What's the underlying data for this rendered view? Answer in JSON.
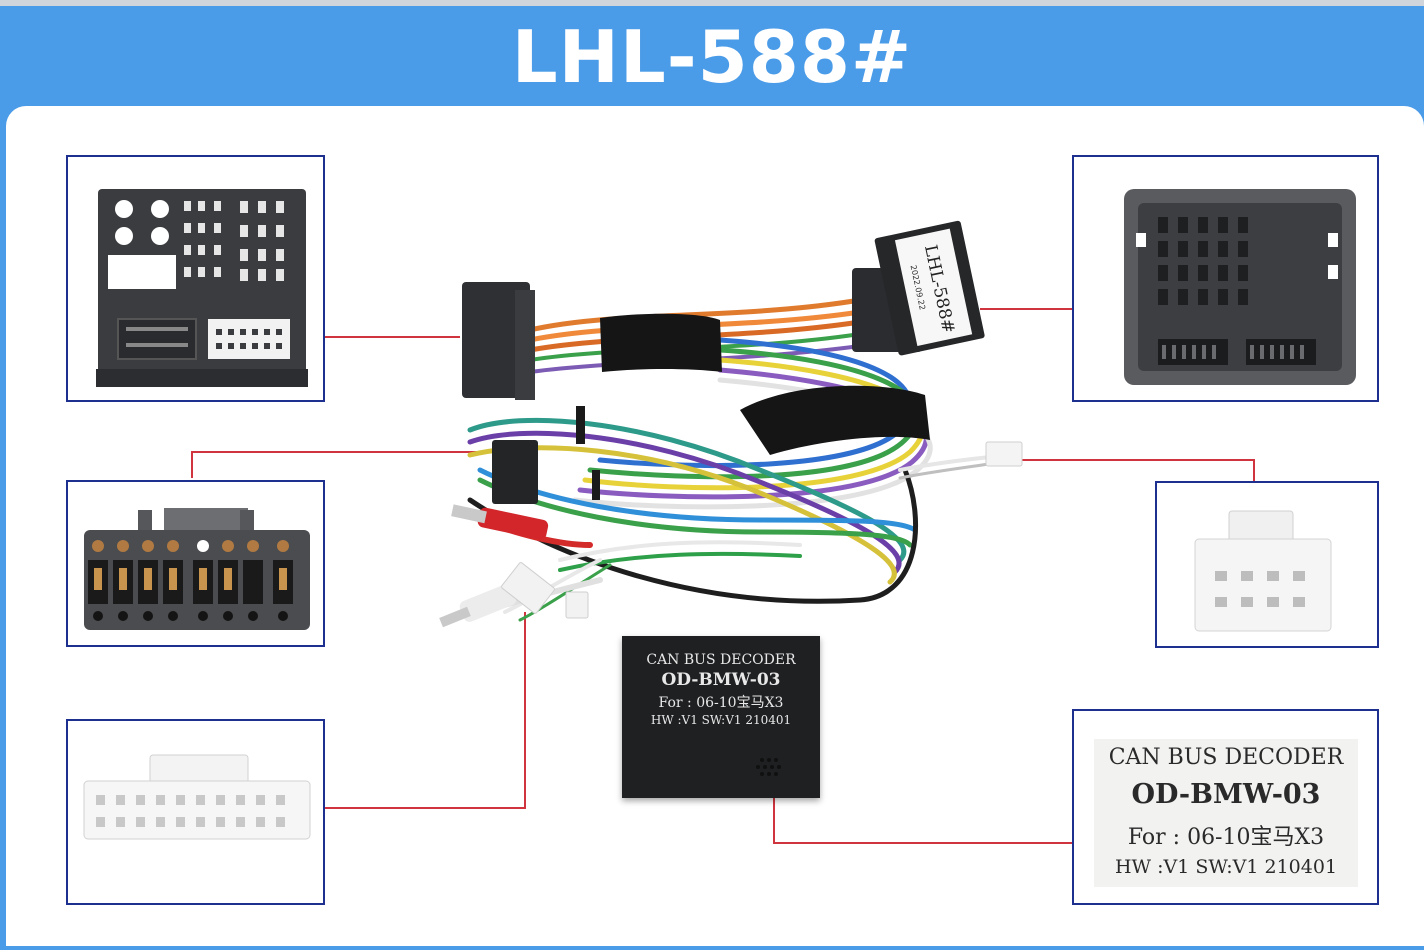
{
  "header": {
    "title": "LHL-588#"
  },
  "harness_tag": {
    "model": "LHL-588#",
    "date": "2022.09.22"
  },
  "decoder_label": {
    "line1": "CAN BUS DECODER",
    "line2": "OD-BMW-03",
    "line3": "For : 06-10宝马X3",
    "line4": "HW :V1  SW:V1 210401"
  },
  "colors": {
    "header_bg": "#4a9be8",
    "frame_border": "#1d2f8f",
    "leader_line": "#d0343f",
    "connector_dark": "#3c3e41",
    "connector_white": "#f4f4f4"
  }
}
